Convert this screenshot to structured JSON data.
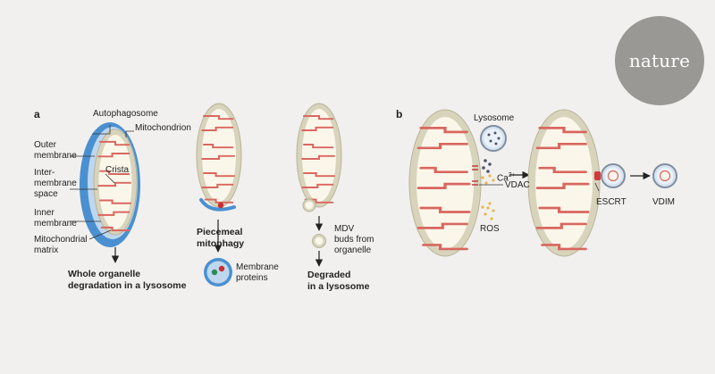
{
  "logo_text": "nature",
  "panel_a": {
    "tag": "a",
    "autophagosome": "Autophagosome",
    "mitochondrion": "Mitochondrion",
    "outer_membrane": "Outer\nmembrane",
    "intermembrane_space": "Inter-\nmembrane\nspace",
    "crista": "Crista",
    "inner_membrane": "Inner\nmembrane",
    "matrix": "Mitochondrial\nmatrix",
    "whole_degradation": "Whole organelle\ndegradation in a lysosome",
    "piecemeal": "Piecemeal\nmitophagy",
    "membrane_proteins": "Membrane\nproteins",
    "mdv": "MDV\nbuds from\norganelle",
    "degraded": "Degraded\nin a lysosome"
  },
  "panel_b": {
    "tag": "b",
    "lysosome": "Lysosome",
    "ca_base": "Ca",
    "ca_sup": "2+",
    "vdac": "VDAC",
    "ros": "ROS",
    "escrt": "ESCRT",
    "vdim": "VDIM"
  },
  "colors": {
    "background": "#f1f0ee",
    "outer_membrane": "#d8d4bc",
    "matrix": "#faf7ea",
    "cristae": "#d9675f",
    "autophagosome": "#4a90d0",
    "lysosome_fill": "#bfd7ee",
    "lysosome_edge": "#7f8ea0",
    "ros_dots": "#e7b94a",
    "ca_dots": "#4d5566",
    "escrt": "#d23a3a",
    "logo": "#9a9894"
  }
}
